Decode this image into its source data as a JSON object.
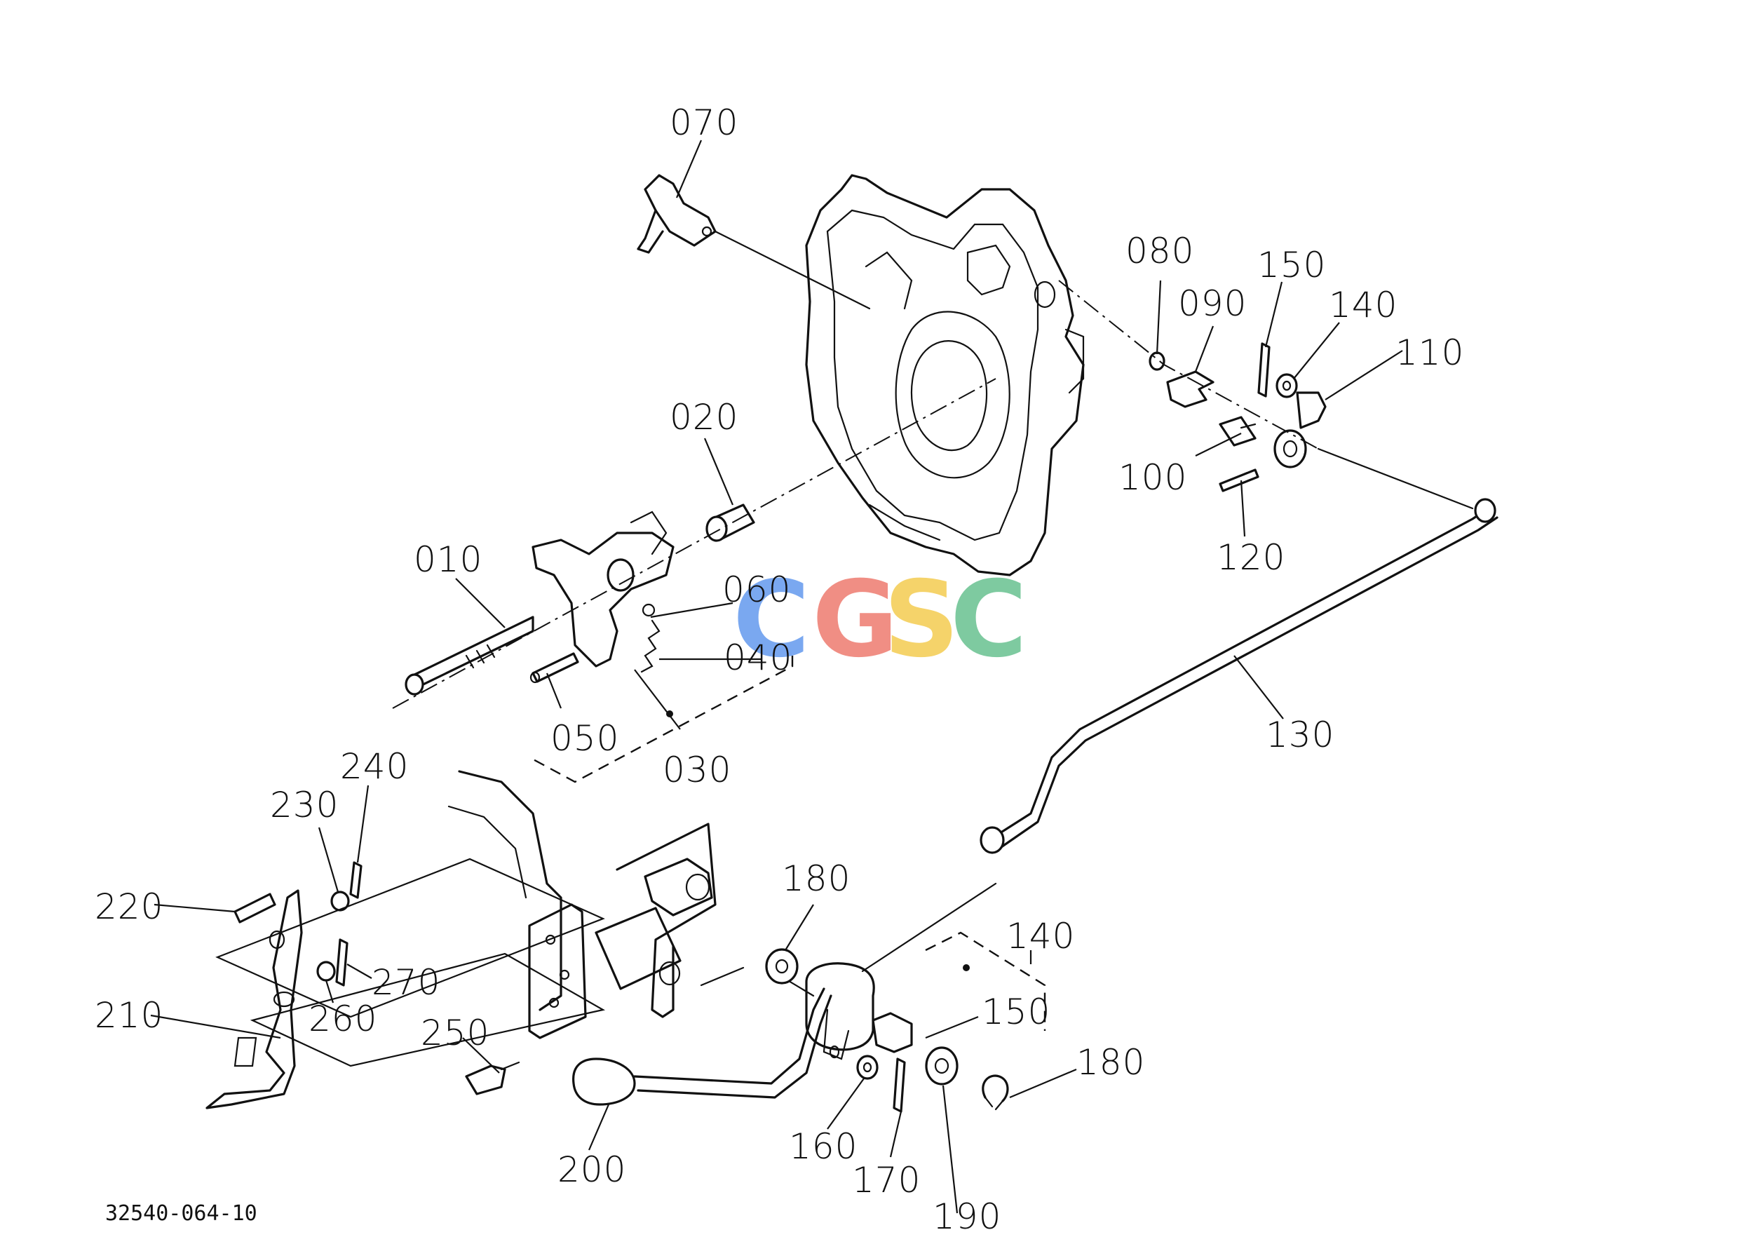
{
  "document_code": "32540-064-10",
  "watermark": {
    "letters": [
      "C",
      "G",
      "S",
      "C"
    ],
    "colors": [
      "#7aa8f0",
      "#f08e84",
      "#f5d36a",
      "#7ecaa0"
    ]
  },
  "callouts": [
    {
      "id": "010",
      "text": "010"
    },
    {
      "id": "020",
      "text": "020"
    },
    {
      "id": "030",
      "text": "030"
    },
    {
      "id": "040",
      "text": "040"
    },
    {
      "id": "050",
      "text": "050"
    },
    {
      "id": "060",
      "text": "060"
    },
    {
      "id": "070",
      "text": "070"
    },
    {
      "id": "080",
      "text": "080"
    },
    {
      "id": "090",
      "text": "090"
    },
    {
      "id": "100",
      "text": "100"
    },
    {
      "id": "110",
      "text": "110"
    },
    {
      "id": "120",
      "text": "120"
    },
    {
      "id": "130",
      "text": "130"
    },
    {
      "id": "140a",
      "text": "140"
    },
    {
      "id": "150a",
      "text": "150"
    },
    {
      "id": "140b",
      "text": "140"
    },
    {
      "id": "150b",
      "text": "150"
    },
    {
      "id": "160",
      "text": "160"
    },
    {
      "id": "170",
      "text": "170"
    },
    {
      "id": "180a",
      "text": "180"
    },
    {
      "id": "180b",
      "text": "180"
    },
    {
      "id": "190",
      "text": "190"
    },
    {
      "id": "200",
      "text": "200"
    },
    {
      "id": "210",
      "text": "210"
    },
    {
      "id": "220",
      "text": "220"
    },
    {
      "id": "230",
      "text": "230"
    },
    {
      "id": "240",
      "text": "240"
    },
    {
      "id": "250",
      "text": "250"
    },
    {
      "id": "260",
      "text": "260"
    },
    {
      "id": "270",
      "text": "270"
    }
  ]
}
